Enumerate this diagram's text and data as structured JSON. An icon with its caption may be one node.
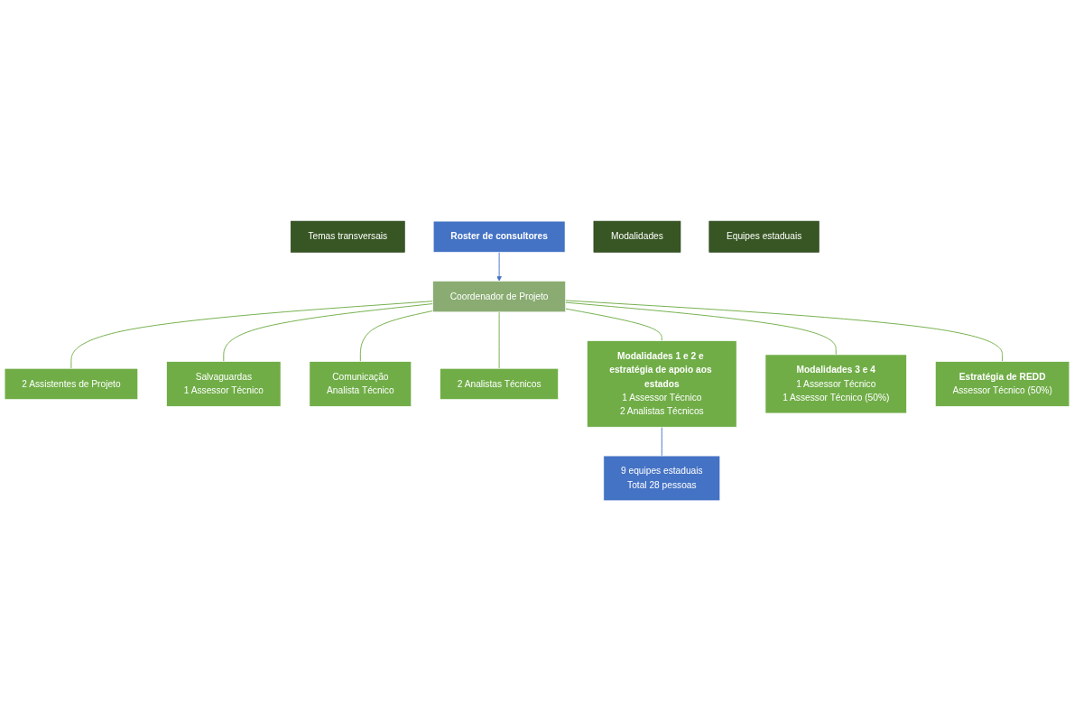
{
  "diagram": {
    "nodes": [
      {
        "text": [
          "Temas transversais"
        ]
      },
      {
        "text": [
          "Coordenador de Projeto"
        ]
      },
      {
        "text": [
          "Roster de consultores"
        ]
      },
      {
        "text": [
          "2 Assistentes de Projeto"
        ]
      },
      {
        "text": [
          "Salvaguardas",
          "1 Assessor Técnico"
        ]
      },
      {
        "text": [
          "Comunicação",
          "Analista Técnico"
        ]
      },
      {
        "text": [
          "2 Analistas Técnicos"
        ]
      },
      {
        "text": [
          "Modalidades"
        ]
      },
      {
        "text": [
          "Modalidades 1 e 2 e estratégia de apoio aos estados",
          "1 Assessor Técnico",
          "2 Analistas Técnicos"
        ]
      },
      {
        "text": [
          "Modalidades 3 e 4",
          "1 Assessor Técnico",
          "1 Assessor Técnico (50%)"
        ]
      },
      {
        "text": [
          "Estratégia de REDD",
          "Assessor Técnico (50%)"
        ]
      },
      {
        "text": [
          "Equipes estaduais"
        ]
      },
      {
        "text": [
          "9 equipes estaduais",
          "Total 28 pessoas"
        ]
      }
    ],
    "edges": [
      {
        "from": 2,
        "to": 1,
        "arrow": "to",
        "color": "#4472c4"
      },
      {
        "from": 1,
        "to": 3,
        "arrow": "none"
      },
      {
        "from": 1,
        "to": 4,
        "arrow": "none"
      },
      {
        "from": 1,
        "to": 5,
        "arrow": "none"
      },
      {
        "from": 1,
        "to": 6,
        "arrow": "none"
      },
      {
        "from": 1,
        "to": 8,
        "arrow": "none"
      },
      {
        "from": 1,
        "to": 9,
        "arrow": "none"
      },
      {
        "from": 1,
        "to": 10,
        "arrow": "none"
      },
      {
        "from": 8,
        "to": 12,
        "arrow": "none",
        "color": "#4472c4"
      }
    ]
  }
}
